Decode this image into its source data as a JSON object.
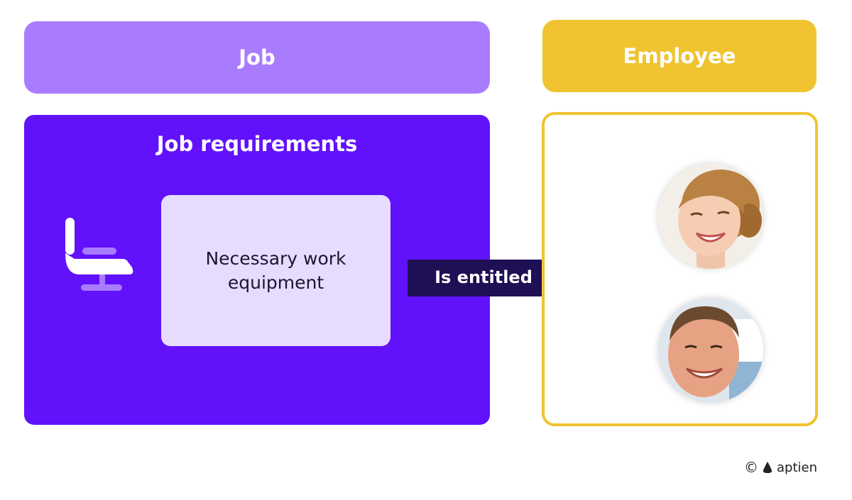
{
  "headers": {
    "job": "Job",
    "employee": "Employee"
  },
  "requirements": {
    "title": "Job requirements",
    "item": "Necessary work equipment"
  },
  "relation": {
    "label": "Is entitled"
  },
  "icons": {
    "requirement_icon": "seat-icon",
    "employees": [
      "woman-avatar",
      "man-avatar"
    ],
    "brand": "aptien-logo-icon"
  },
  "footer": {
    "copyright": "©",
    "brand": "aptien"
  },
  "colors": {
    "job_header": "#a97cff",
    "employee_header": "#f0c431",
    "requirements_panel": "#6112fb",
    "item_box": "#e7dcff",
    "arrow": "#1f0f55"
  }
}
